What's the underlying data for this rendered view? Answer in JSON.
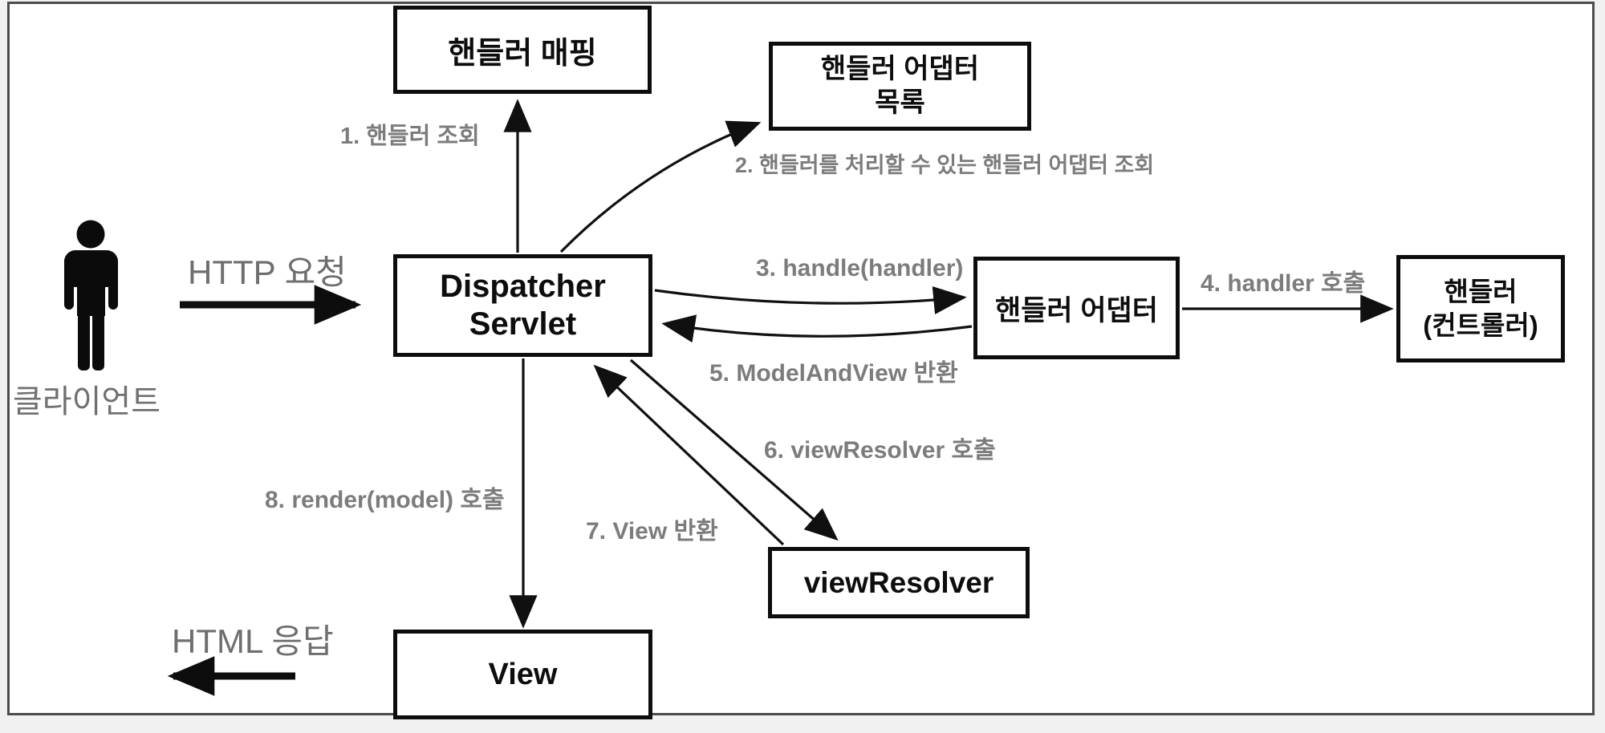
{
  "diagram": {
    "title_hint": "Spring MVC DispatcherServlet request flow",
    "client": {
      "label": "클라이언트"
    },
    "flows": {
      "request": "HTTP 요청",
      "response": "HTML 응답"
    },
    "boxes": {
      "handler_mapping": {
        "title": "핸들러 매핑"
      },
      "handler_adapter_list": {
        "line1": "핸들러 어댑터",
        "line2": "목록"
      },
      "dispatcher_servlet": {
        "line1": "Dispatcher",
        "line2": "Servlet"
      },
      "handler_adapter": {
        "title": "핸들러 어댑터"
      },
      "handler_controller": {
        "line1": "핸들러",
        "line2": "(컨트롤러)"
      },
      "view_resolver": {
        "title": "viewResolver"
      },
      "view": {
        "title": "View"
      }
    },
    "steps": {
      "s1": "1. 핸들러 조회",
      "s2": "2. 핸들러를 처리할 수 있는 핸들러 어댑터 조회",
      "s3": "3. handle(handler)",
      "s4": "4. handler 호출",
      "s5": "5. ModelAndView 반환",
      "s6": "6. viewResolver 호출",
      "s7": "7. View 반환",
      "s8": "8. render(model) 호출"
    },
    "colors": {
      "box_border": "#0d0d0d",
      "arrow": "#101010",
      "step_label": "#7c7c7c",
      "flow_label": "#6e6e6e",
      "frame_border": "#4c4c4c",
      "background": "#ffffff"
    }
  }
}
